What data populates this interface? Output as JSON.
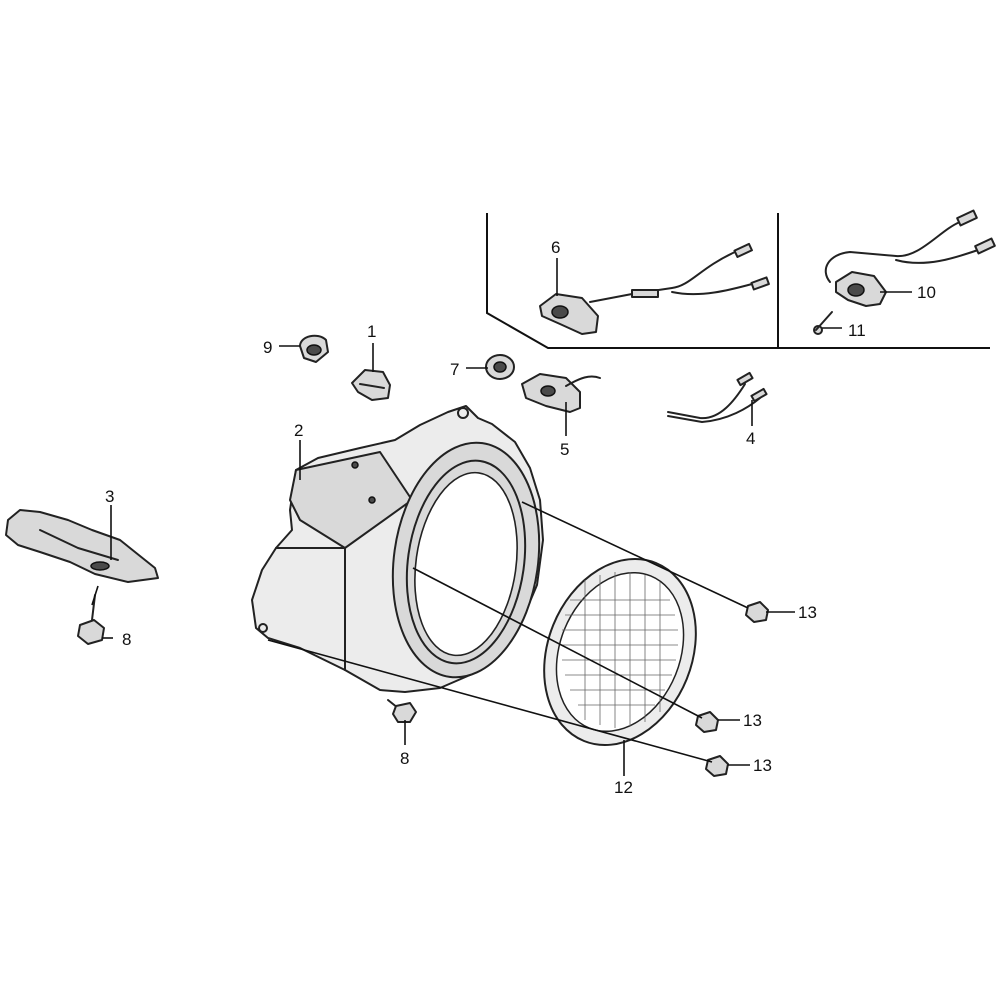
{
  "callouts": {
    "c1": "1",
    "c2": "2",
    "c3": "3",
    "c4": "4",
    "c5": "5",
    "c6": "6",
    "c7": "7",
    "c8a": "8",
    "c8b": "8",
    "c9": "9",
    "c10": "10",
    "c11": "11",
    "c12": "12",
    "c13a": "13",
    "c13b": "13",
    "c13c": "13"
  }
}
